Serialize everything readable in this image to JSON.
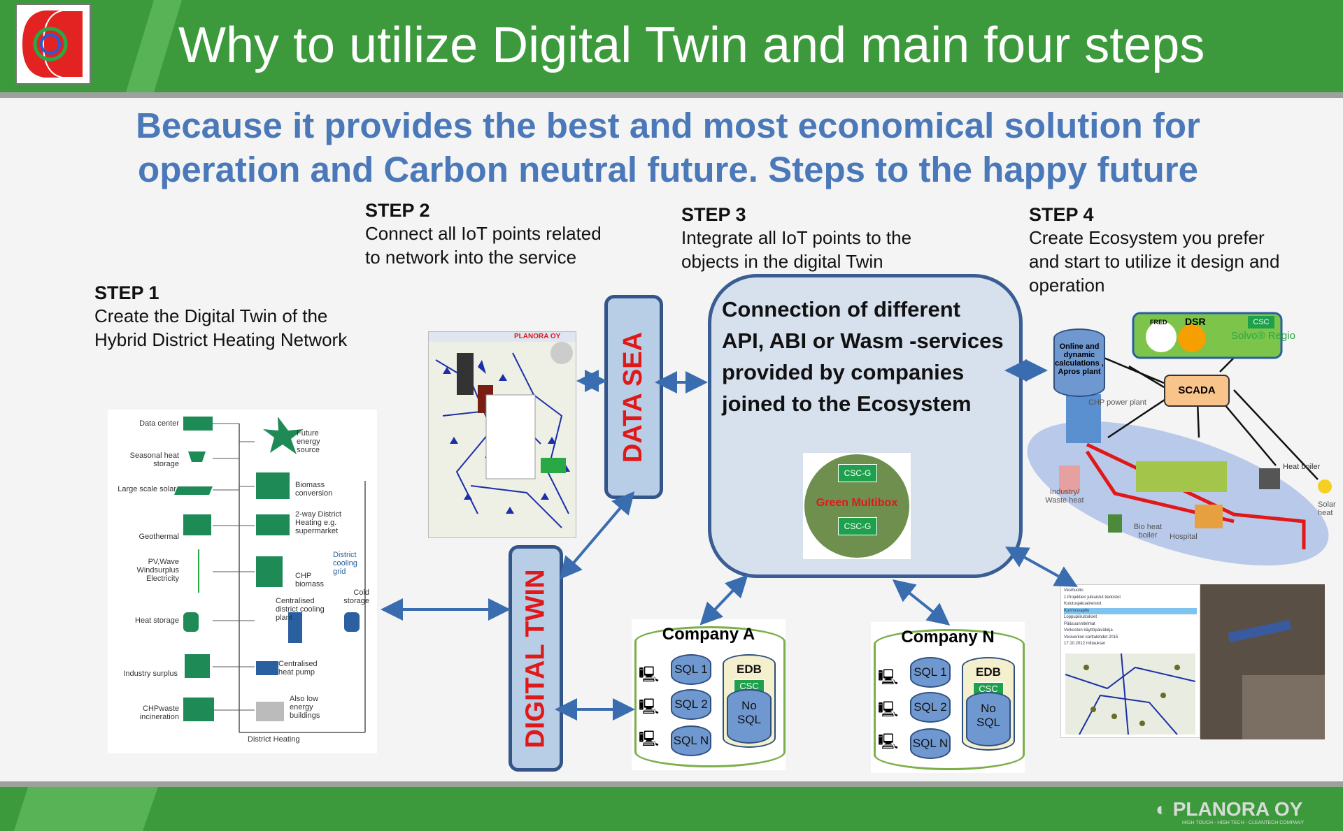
{
  "slide": {
    "title": "Why to utilize Digital Twin and main four steps",
    "subtitle_line1": "Because it provides the best and most economical solution for",
    "subtitle_line2": "operation and Carbon neutral future. Steps to the happy future"
  },
  "steps": [
    {
      "heading": "STEP 1",
      "line1": "Create the Digital Twin of the",
      "line2": "Hybrid District Heating Network",
      "line3": ""
    },
    {
      "heading": "STEP 2",
      "line1": "Connect all IoT points related",
      "line2": "to network into the service",
      "line3": ""
    },
    {
      "heading": "STEP 3",
      "line1": "Integrate all IoT points to the",
      "line2": "objects in the digital Twin",
      "line3": ""
    },
    {
      "heading": "STEP 4",
      "line1": "Create Ecosystem you prefer",
      "line2": "and start to utilize it design and",
      "line3": "operation"
    }
  ],
  "boxes": {
    "data_sea": "DATA SEA",
    "digital_twin": "DIGITAL TWIN"
  },
  "ecosystem": {
    "line1": "Connection of different",
    "line2": "API, ABI or Wasm -services",
    "line3": "provided by companies",
    "line4": "joined to the Ecosystem",
    "multibox": "Green Multibox",
    "csc_g_top": "CSC-G",
    "csc_g_bottom": "CSC-G"
  },
  "companies": [
    {
      "name": "Company A",
      "sql1": "SQL 1",
      "sql2": "SQL 2",
      "sqln": "SQL N",
      "edb": "EDB",
      "csc": "CSC",
      "nosql1": "No",
      "nosql2": "SQL"
    },
    {
      "name": "Company N",
      "sql1": "SQL 1",
      "sql2": "SQL 2",
      "sqln": "SQL N",
      "edb": "EDB",
      "csc": "CSC",
      "nosql1": "No",
      "nosql2": "SQL"
    }
  ],
  "heating_diagram": {
    "left": [
      "Data center",
      "Seasonal heat storage",
      "Large scale solar",
      "Geothermal",
      "PV,Wave Windsurplus Electricity",
      "Heat storage",
      "Industry surplus",
      "CHPwaste incineration"
    ],
    "right": [
      "Future energy source",
      "Biomass conversion",
      "2-way District Heating e.g. supermarket",
      "CHP biomass",
      "Centralised district cooling plant",
      "Centralised heat pump",
      "Also low energy buildings"
    ],
    "district_cooling": "District cooling grid",
    "cold_storage": "Cold storage",
    "footer": "District Heating"
  },
  "step4_diagram": {
    "online": "Online and dynamic calculations , Apros plant",
    "scada": "SCADA",
    "dsr": "DSR",
    "fred": "FRED",
    "csc": "CSC",
    "solvo": "Solvo® Regio",
    "chp": "CHP power plant",
    "heat_boiler": "Heat boiler",
    "industry": "Industry/ Waste heat",
    "bio": "Bio heat boiler",
    "hospital": "Hospital",
    "solar": "Solar heat"
  },
  "map_header": "PLANORA OY",
  "file_list": [
    "Vesihuolto",
    "1.Projektien julkaistut tiedostot",
    "Kulutusjakoaineistot",
    "Kunnossapito",
    "Loppupiirustukset",
    "Pääsuunnitelmat",
    "Verkoston käyttöpäiväkirja",
    "Vesiverkon karttalehdet 2015",
    "17.10.2012 mittaukset"
  ],
  "footer_brand": {
    "name": "PLANORA OY",
    "tagline": "HIGH TOUCH - HIGH TECH - CLEANTECH COMPANY"
  },
  "colors": {
    "header_green": "#3d9a3c",
    "subtitle_blue": "#4a78b8",
    "arrow_blue": "#3a6db0",
    "red": "#e01818"
  }
}
